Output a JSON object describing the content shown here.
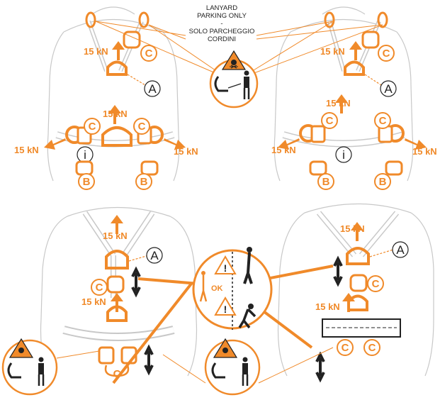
{
  "colors": {
    "accent": "#f08a2a",
    "outline": "#bdbdbd",
    "dark": "#222222",
    "warning_fill": "#f08a2a"
  },
  "labels": {
    "kn": "15 kN",
    "letter_a": "A",
    "letter_b": "B",
    "letter_c": "C",
    "info": "i",
    "ok": "OK"
  },
  "warning_note": {
    "line1": "LANYARD",
    "line2": "PARKING ONLY",
    "line3": "-",
    "line4": "SOLO PARCHEGGIO",
    "line5": "CORDINI"
  },
  "icons": [
    "skull-warning-icon",
    "person-icon",
    "lanyard-icon",
    "warning-triangle-icon",
    "falling-person-icon",
    "harness-figure-icon"
  ]
}
